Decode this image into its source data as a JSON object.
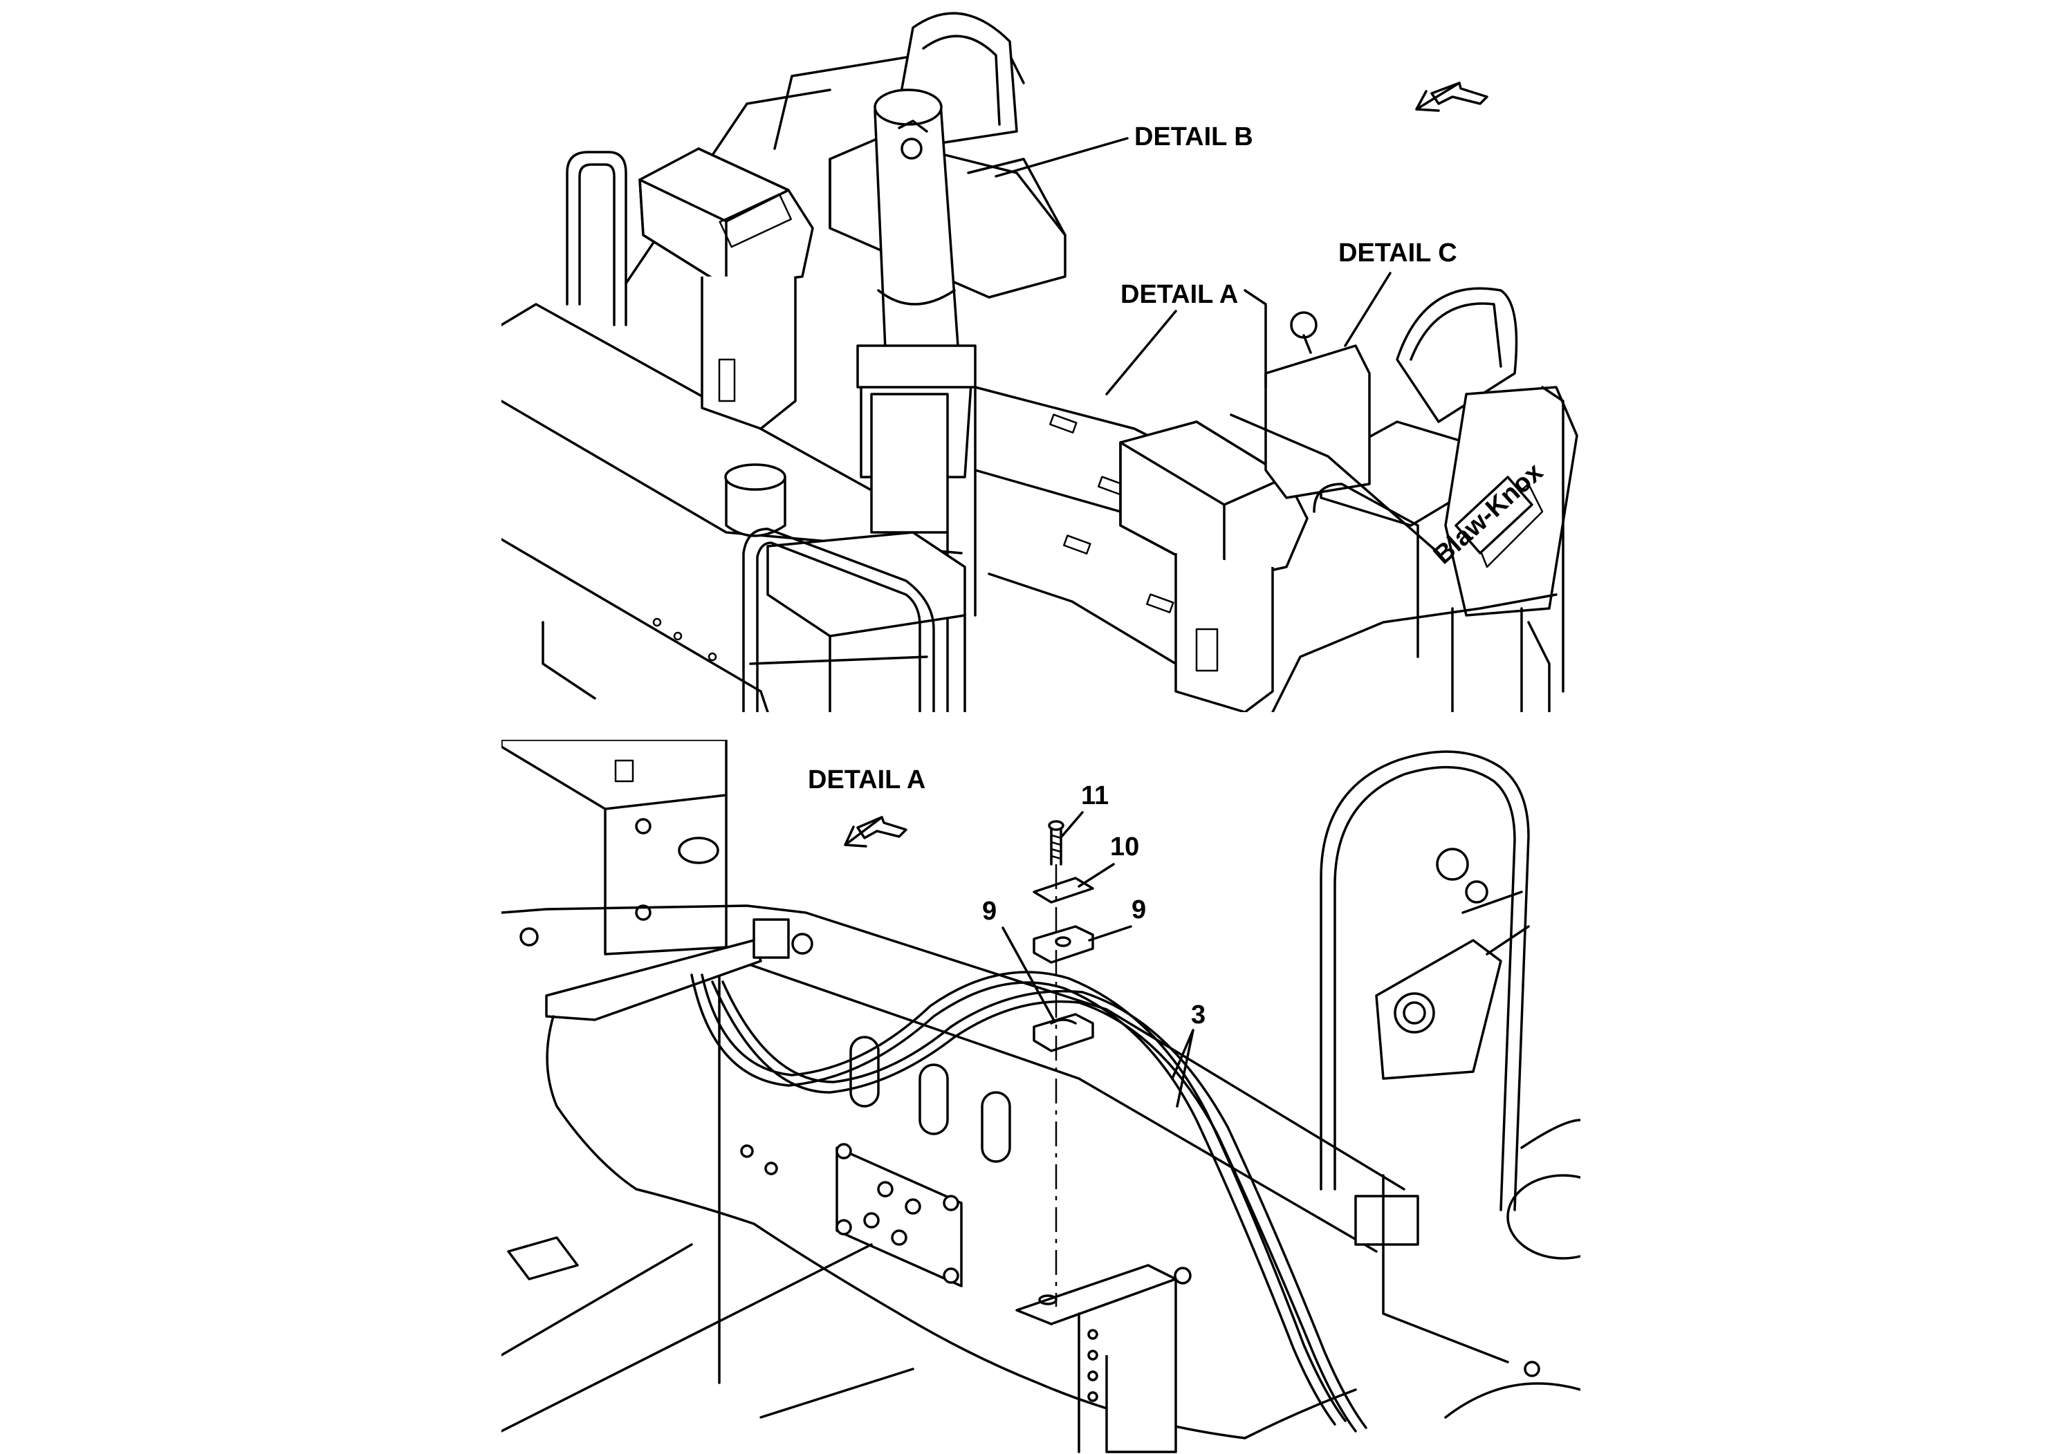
{
  "top_view": {
    "callouts": {
      "detail_b": "DETAIL B",
      "detail_c": "DETAIL C",
      "detail_a": "DETAIL A"
    },
    "decal_text": "Blaw-Knox",
    "orientation_icon": "arrow-left-down-icon"
  },
  "detail_view": {
    "title": "DETAIL A",
    "orientation_icon": "arrow-left-down-icon",
    "item_numbers": {
      "bolt": "11",
      "plate": "10",
      "clamp_upper": "9",
      "clamp_lower": "9",
      "hoses": "3"
    }
  }
}
